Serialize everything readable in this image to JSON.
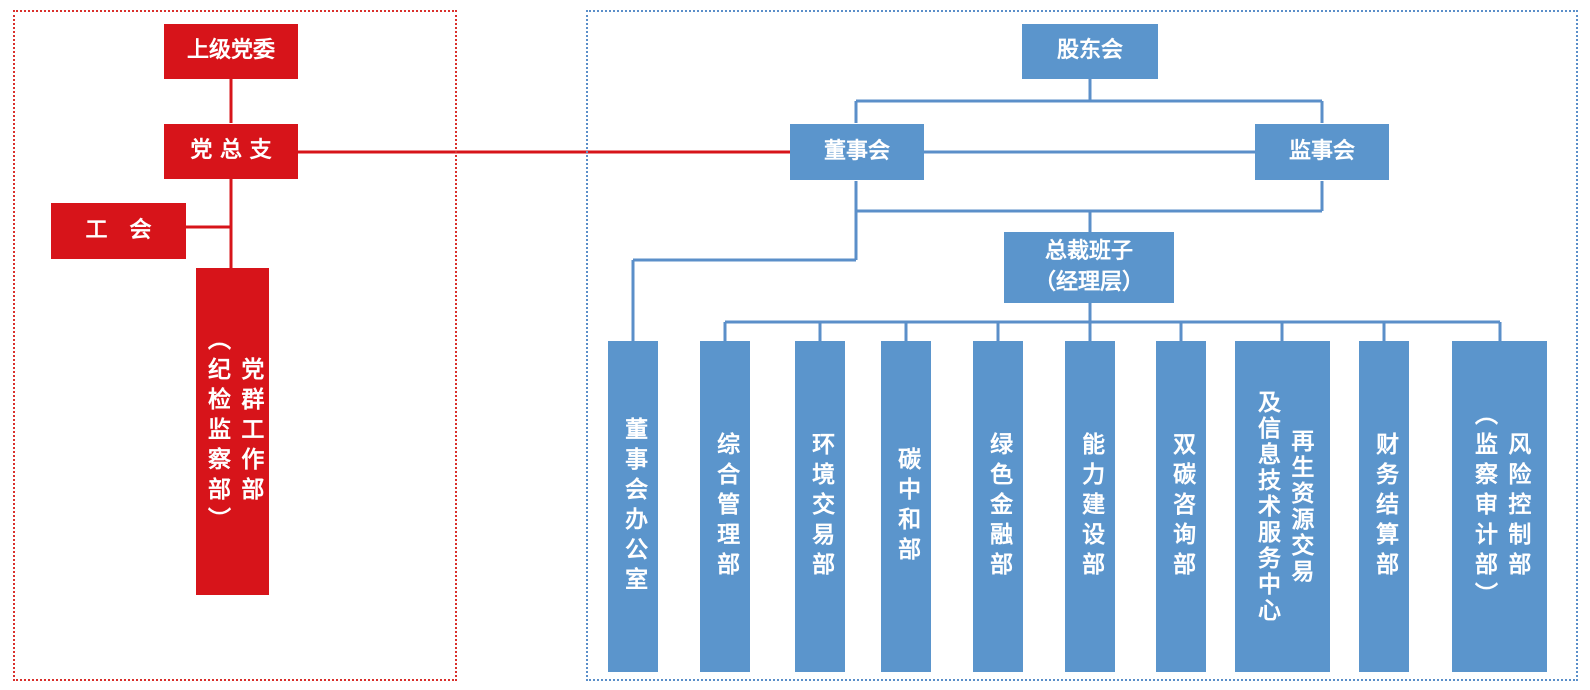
{
  "party": {
    "upper_committee": "上级党委",
    "branch": "党 总 支",
    "union": "工　会",
    "work_dept": "党群工作部\n（纪检监察部）"
  },
  "corporate": {
    "shareholders": "股东会",
    "board": "董事会",
    "supervisors": "监事会",
    "management": "总裁班子\n（经理层）",
    "departments": [
      "董事会办公室",
      "综合管理部",
      "环境交易部",
      "碳中和部",
      "绿色金融部",
      "能力建设部",
      "双碳咨询部",
      "再生资源交易\n及信息技术服务中心",
      "财务结算部",
      "风险控制部\n（监察审计部）"
    ]
  },
  "colors": {
    "party_red": "#d7141a",
    "corporate_blue": "#5b95cc",
    "party_frame": "#d9302c",
    "corporate_frame": "#5b8fc9",
    "blue_line": "#5b8fc9"
  }
}
